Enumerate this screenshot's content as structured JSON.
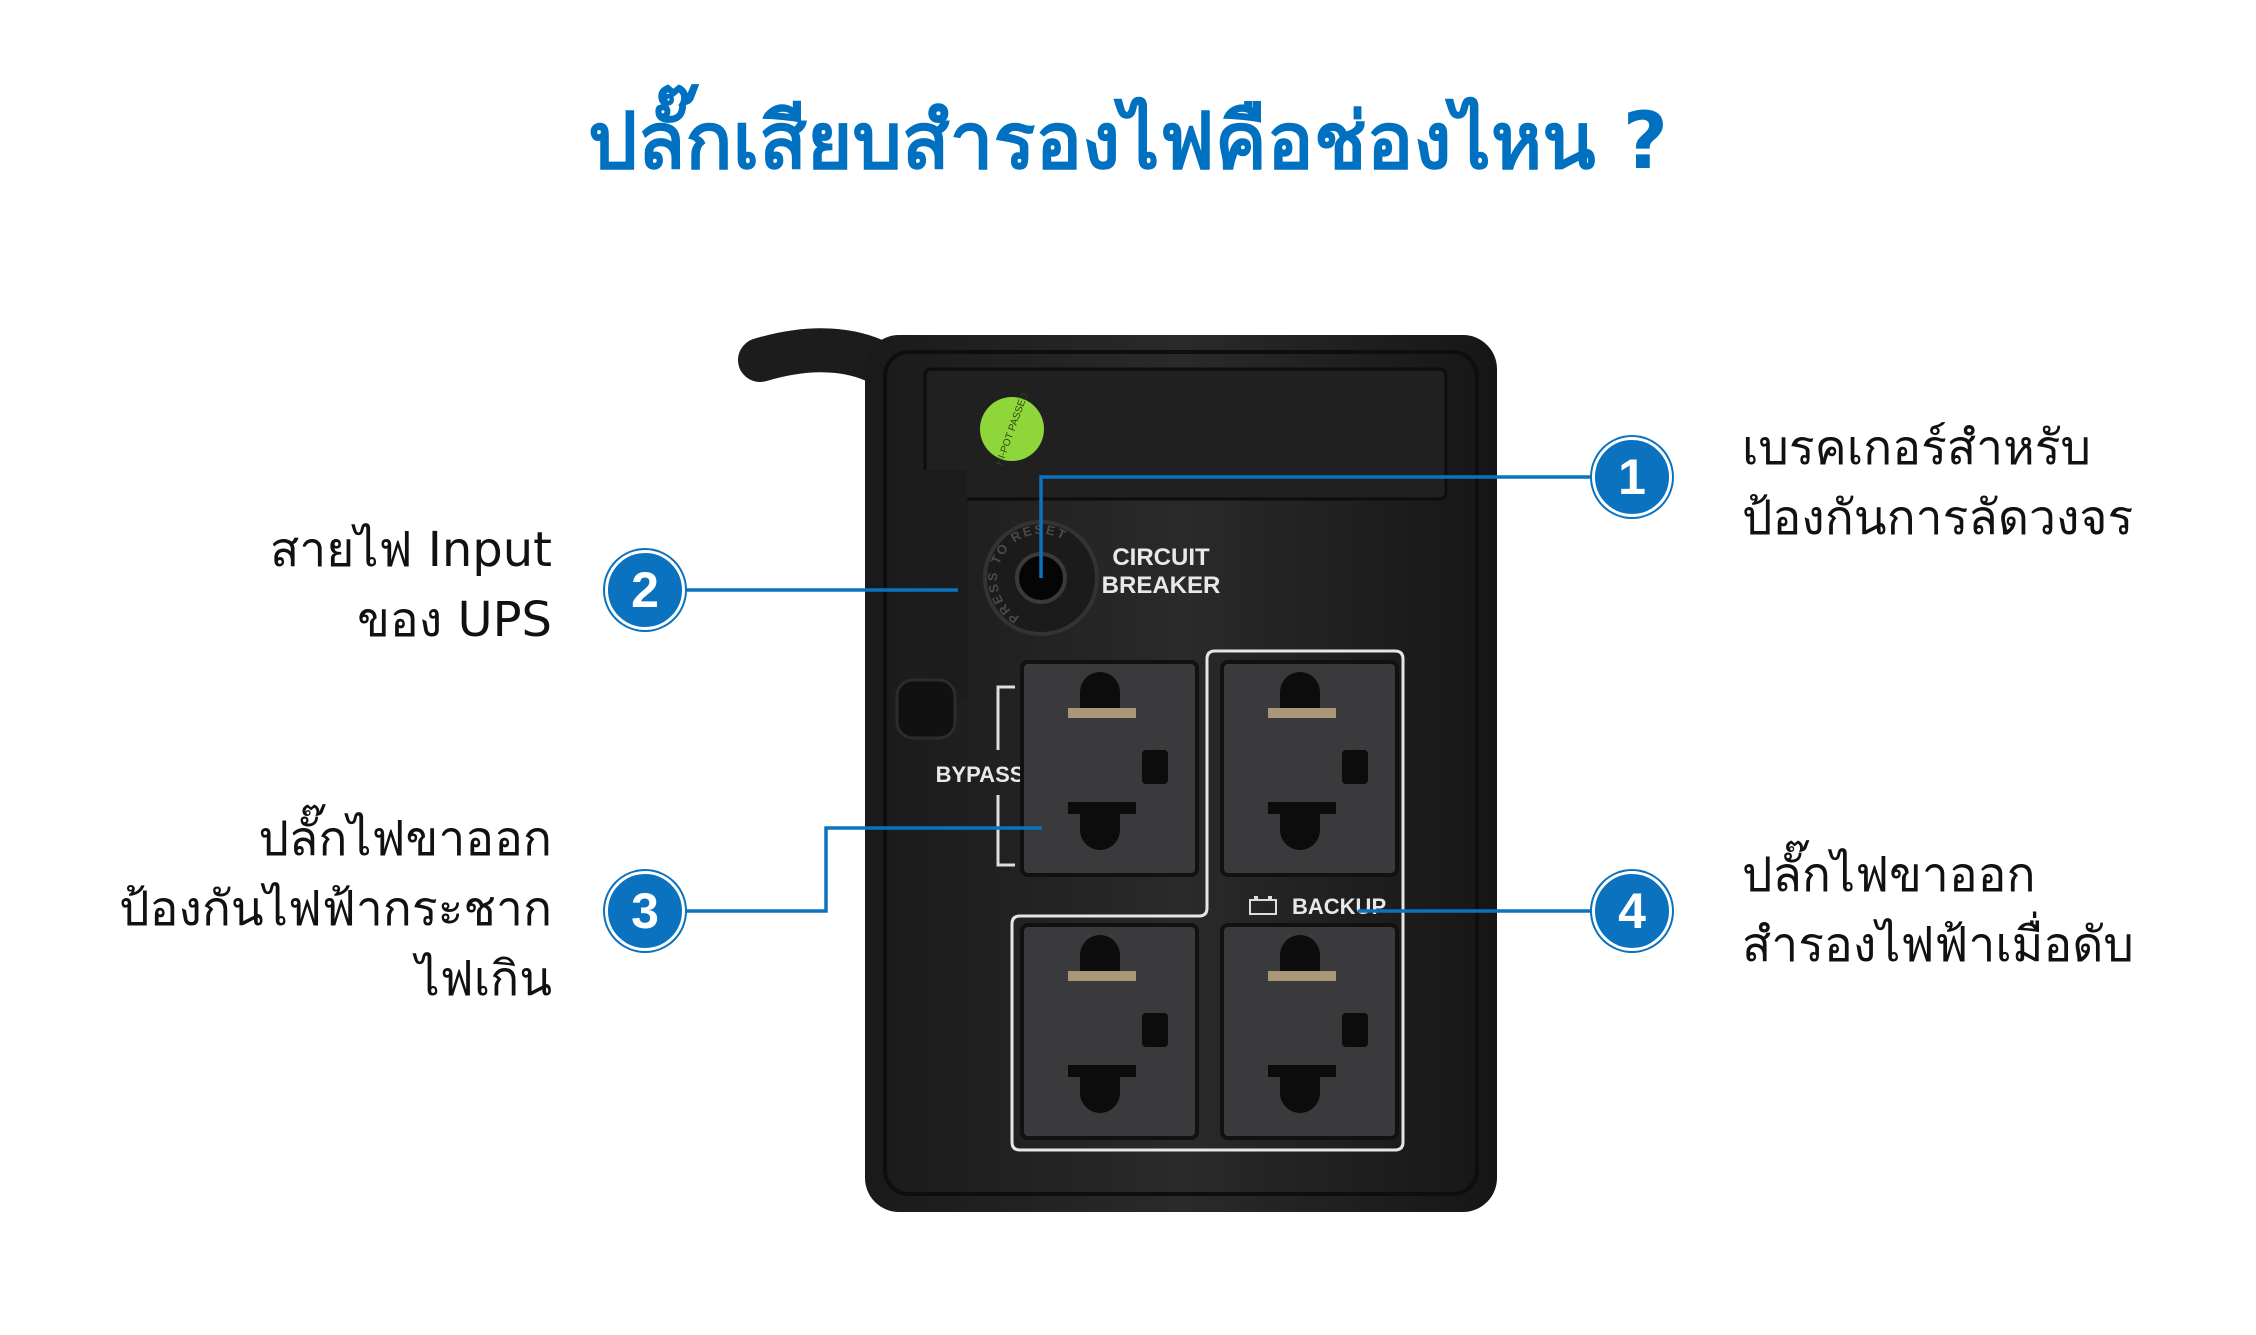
{
  "title": "ปลั๊กเสียบสำรองไฟคือช่องไหน ?",
  "accent_color": "#0070c0",
  "device": {
    "sticker_text": "HI-POT PASSED",
    "breaker_ring_text": "PRESS TO RESET",
    "breaker_label_line1": "CIRCUIT",
    "breaker_label_line2": "BREAKER",
    "bypass_label": "BYPASS",
    "backup_label": "BACKUP",
    "backup_icon": "battery-icon"
  },
  "callouts": [
    {
      "number": "1",
      "lines": [
        "เบรคเกอร์สำหรับ",
        "ป้องกันการลัดวงจร"
      ]
    },
    {
      "number": "2",
      "lines": [
        "สายไฟ Input",
        "ของ UPS"
      ]
    },
    {
      "number": "3",
      "lines": [
        "ปลั๊กไฟขาออก",
        "ป้องกันไฟฟ้ากระชาก",
        "ไฟเกิน"
      ]
    },
    {
      "number": "4",
      "lines": [
        "ปลั๊กไฟขาออก",
        "สำรองไฟฟ้าเมื่อดับ"
      ]
    }
  ]
}
